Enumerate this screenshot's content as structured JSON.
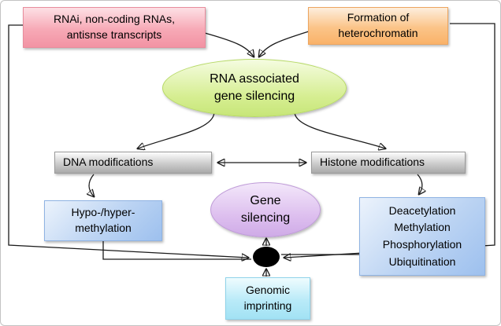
{
  "nodes": {
    "rnai": {
      "lines": [
        "RNAi, non-coding RNAs,",
        "antisnse transcripts"
      ]
    },
    "heterochromatin": {
      "lines": [
        "Formation of",
        "heterochromatin"
      ]
    },
    "rna_silencing": {
      "lines": [
        "RNA associated",
        "gene silencing"
      ]
    },
    "dna_modifications": {
      "label": "DNA modifications"
    },
    "histone_modifications": {
      "label": "Histone modifications"
    },
    "methylation": {
      "lines": [
        "Hypo-/hyper-",
        "methylation"
      ]
    },
    "gene_silencing": {
      "lines": [
        "Gene",
        "silencing"
      ]
    },
    "histone_marks": {
      "lines": [
        "Deacetylation",
        "Methylation",
        "Phosphorylation",
        "Ubiquitination"
      ]
    },
    "genomic_imprinting": {
      "lines": [
        "Genomic",
        "imprinting"
      ]
    }
  },
  "colors": {
    "rnai_box_fill": "#f4a0ae",
    "heterochromatin_box_fill": "#fbbd7a",
    "rna_silencing_ellipse_fill": "#cde97f",
    "modification_box_fill": "#bdbdbd",
    "methylation_box_fill": "#aac8f0",
    "histone_marks_box_fill": "#aac8f0",
    "gene_silencing_ellipse_fill": "#d6b3ea",
    "genomic_imprinting_box_fill": "#aee5f5",
    "connector_stroke": "#1a1a1a",
    "junction_dot_fill": "#000000",
    "text": "#000000",
    "background": "#ffffff"
  }
}
